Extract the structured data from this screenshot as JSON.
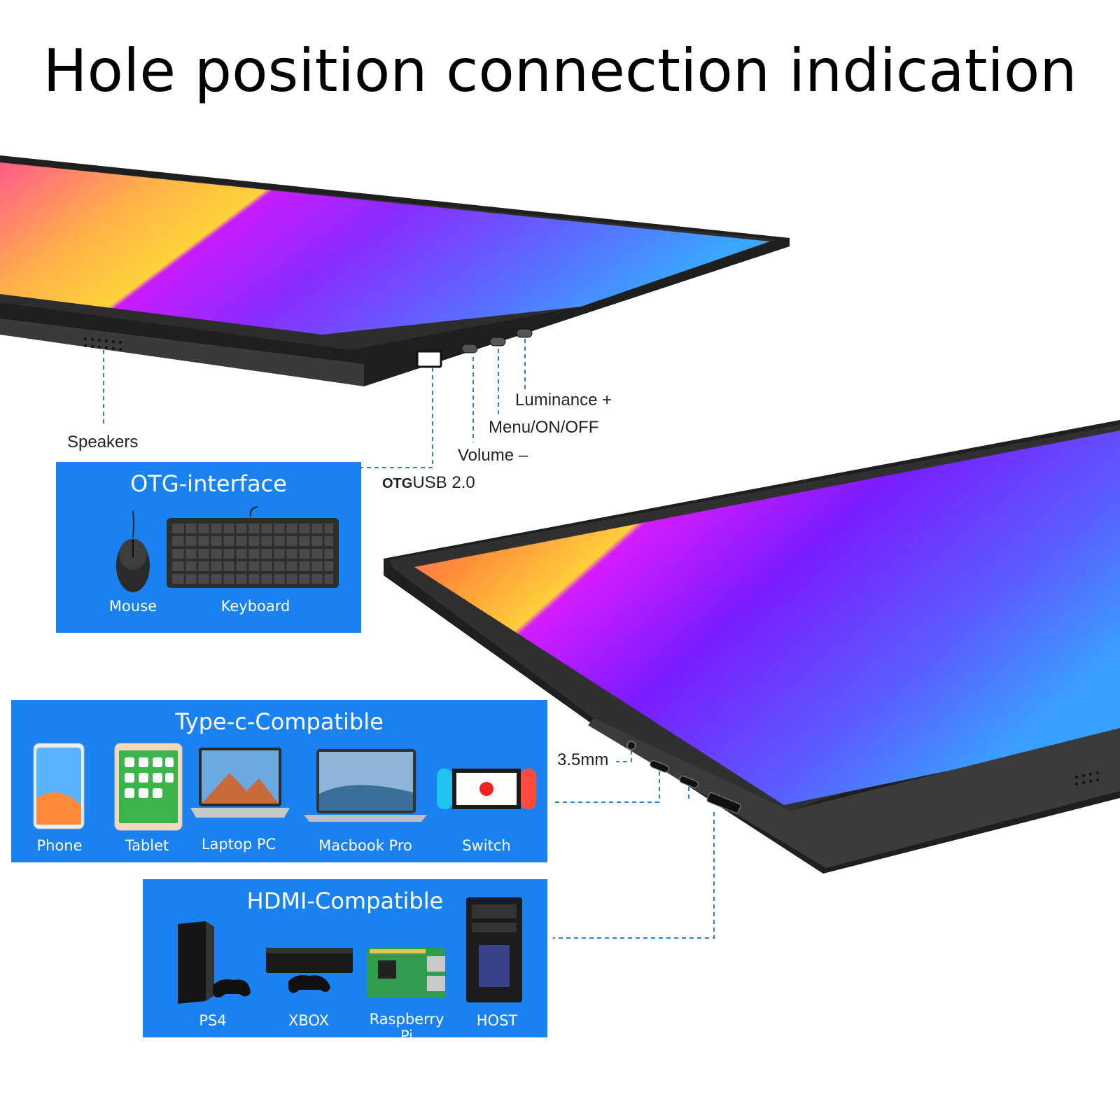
{
  "title": "Hole position connection indication",
  "monitor_top": {
    "labels": {
      "speakers": "Speakers",
      "luminance_plus": "Luminance +",
      "menu_on_off": "Menu/ON/OFF",
      "volume_minus": "Volume –",
      "otg_tag": "OTG",
      "usb": "USB 2.0"
    }
  },
  "monitor_bottom": {
    "labels": {
      "audio_jack": "3.5mm"
    }
  },
  "otg_panel": {
    "title": "OTG-interface",
    "items": [
      {
        "label": "Mouse",
        "icon": "mouse-icon"
      },
      {
        "label": "Keyboard",
        "icon": "keyboard-icon"
      }
    ]
  },
  "typec_panel": {
    "title": "Type-c-Compatible",
    "items": [
      {
        "label": "Phone",
        "icon": "phone-icon"
      },
      {
        "label": "Tablet",
        "icon": "tablet-icon"
      },
      {
        "label": "Laptop PC",
        "icon": "laptop-icon"
      },
      {
        "label": "Macbook Pro",
        "icon": "macbook-icon"
      },
      {
        "label": "Switch",
        "icon": "switch-console-icon"
      }
    ]
  },
  "hdmi_panel": {
    "title": "HDMI-Compatible",
    "items": [
      {
        "label": "PS4",
        "icon": "ps4-icon"
      },
      {
        "label": "XBOX",
        "icon": "xbox-icon"
      },
      {
        "label": "Raspberry Pi",
        "icon": "raspberry-pi-icon"
      },
      {
        "label": "HOST",
        "icon": "pc-tower-icon"
      }
    ]
  },
  "colors": {
    "panel_blue": "#1a82f0",
    "dash_blue": "#2a7fd6",
    "bezel": "#2b2b2b"
  }
}
